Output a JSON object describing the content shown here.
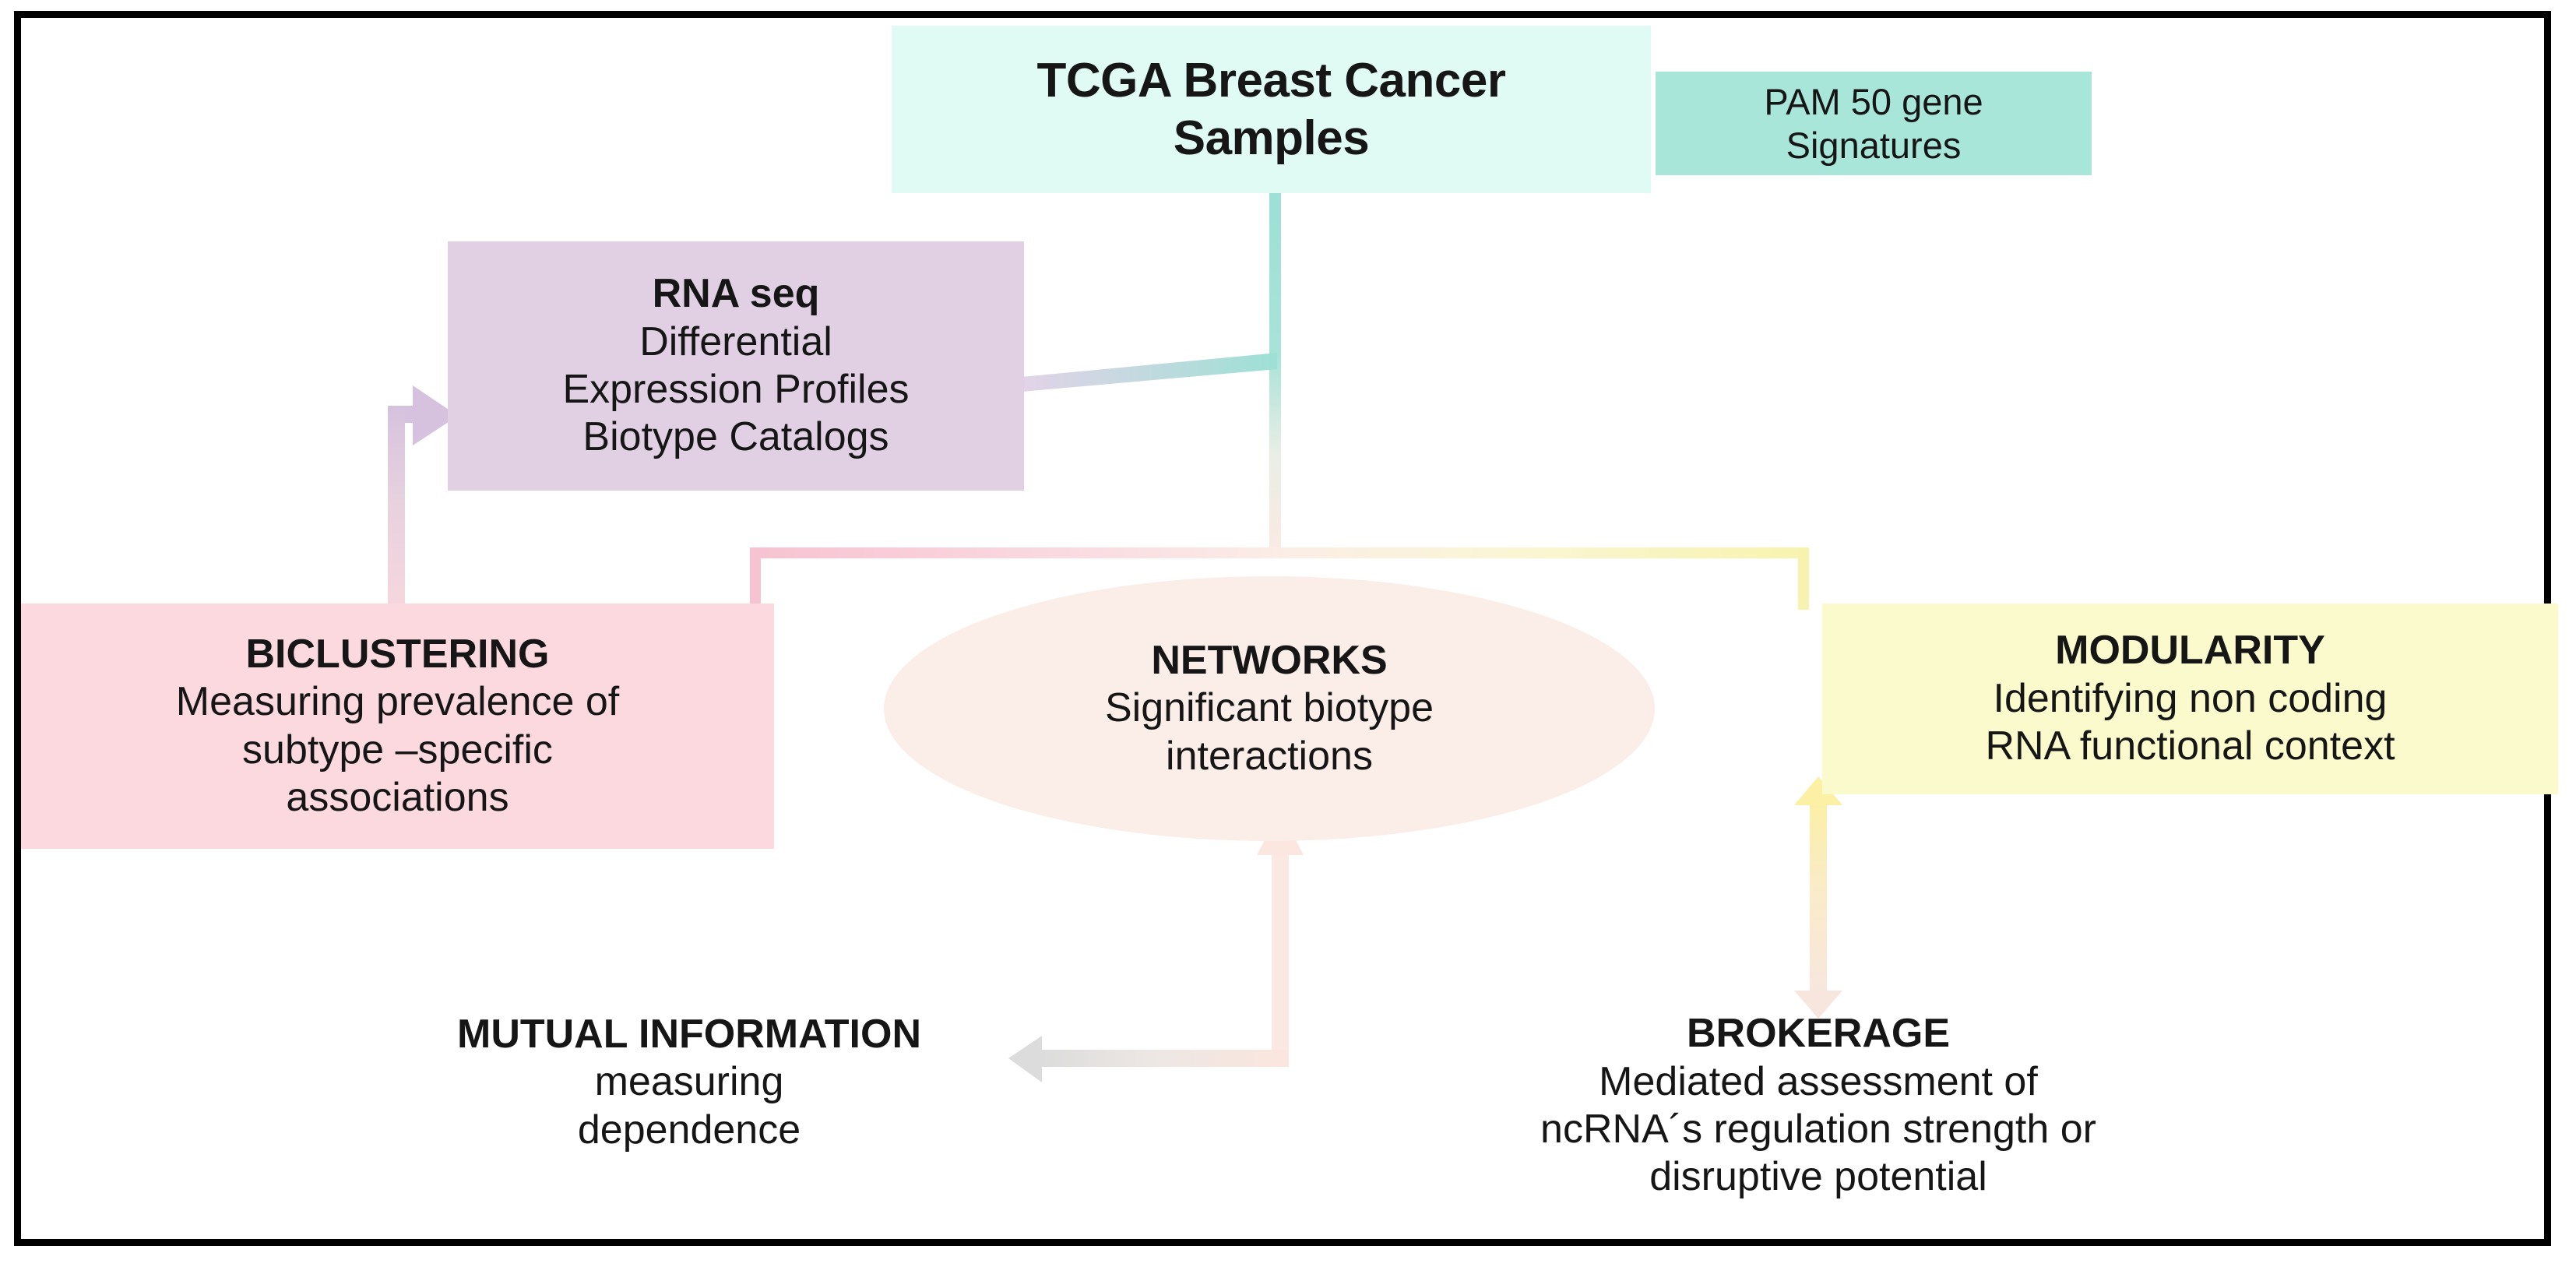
{
  "figure": {
    "kind": "workflow-diagram",
    "subject": "TCGA Breast Cancer multi-method analysis workflow"
  },
  "nodes": {
    "tcga": {
      "title": "TCGA Breast Cancer\nSamples",
      "body": "",
      "color": "#E0FAF4",
      "shape": "rectangle"
    },
    "pam50": {
      "title": "",
      "body": "PAM 50 gene\nSignatures",
      "color": "#A9E6DA",
      "shape": "rectangle"
    },
    "rnaseq": {
      "title": "RNA seq",
      "body": "Differential\nExpression Profiles\nBiotype Catalogs",
      "color": "#E1D0E4",
      "shape": "rectangle"
    },
    "biclustering": {
      "title": "BICLUSTERING",
      "body": "Measuring prevalence of\nsubtype –specific\nassociations",
      "color": "#FBD9DF",
      "shape": "rectangle"
    },
    "networks": {
      "title": "NETWORKS",
      "body": "Significant biotype\ninteractions",
      "color": "#FBEDE7",
      "shape": "ellipse"
    },
    "modularity": {
      "title": "MODULARITY",
      "body": "Identifying non coding\nRNA functional context",
      "color": "#FBFACD",
      "shape": "rectangle"
    },
    "mutual_information": {
      "title": "MUTUAL INFORMATION",
      "body": "measuring\ndependence",
      "color": "transparent",
      "shape": "text"
    },
    "brokerage": {
      "title": "BROKERAGE",
      "body": "Mediated assessment of\nncRNA´s regulation strength or\ndisruptive potential",
      "color": "transparent",
      "shape": "text"
    }
  },
  "connectors": [
    {
      "name": "tcga-to-trunk",
      "from": "tcga",
      "to": "distribution-bus",
      "style": "line",
      "color_start": "#9DE0D5",
      "color_end": "#FBEDE7",
      "arrowheads": "none"
    },
    {
      "name": "trunk-to-rnaseq",
      "from": "distribution-bus",
      "to": "rnaseq",
      "style": "diagonal-line",
      "color_start": "#9DE0D5",
      "color_end": "#E1D0E4",
      "arrowheads": "none"
    },
    {
      "name": "bus-to-biclustering",
      "from": "distribution-bus",
      "to": "biclustering",
      "style": "elbow-line",
      "color_start": "#F8C4D0",
      "color_end": "#FBEDE7",
      "arrowheads": "none"
    },
    {
      "name": "bus-to-modularity",
      "from": "distribution-bus",
      "to": "modularity",
      "style": "elbow-line",
      "color_start": "#FBEDE7",
      "color_end": "#F6F4B0",
      "arrowheads": "none"
    },
    {
      "name": "rnaseq-biclustering-double-arrow",
      "from": "rnaseq",
      "to": "biclustering",
      "style": "elbow-double-arrow",
      "color_start": "#D8C6DE",
      "color_end": "#FBD9DF",
      "arrowheads": "both"
    },
    {
      "name": "networks-mutualinfo-double-arrow",
      "from": "networks",
      "to": "mutual_information",
      "style": "elbow-double-arrow",
      "color_start": "#FBE8E2",
      "color_end": "#DDDDDD",
      "arrowheads": "both"
    },
    {
      "name": "modularity-brokerage-double-arrow",
      "from": "modularity",
      "to": "brokerage",
      "style": "vertical-double-arrow",
      "color_start": "#FBF0A8",
      "color_end": "#F6E6DE",
      "arrowheads": "both"
    }
  ],
  "frame": {
    "border_color": "#000000",
    "background": "#FFFFFF"
  }
}
